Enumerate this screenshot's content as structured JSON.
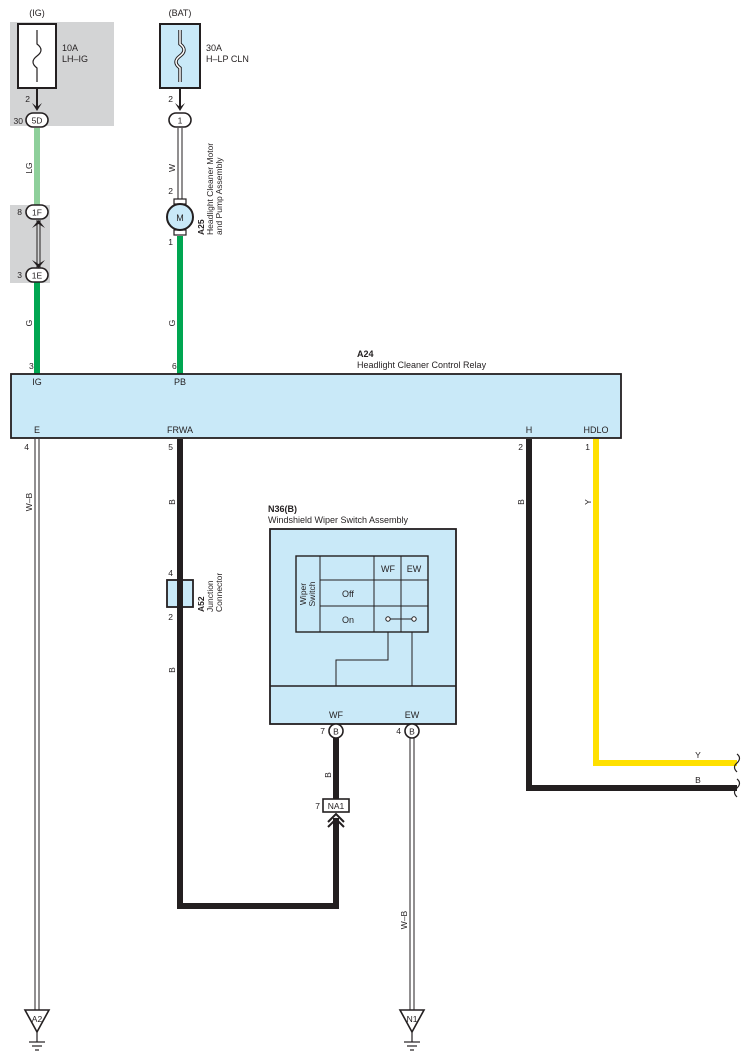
{
  "sources": {
    "ig": "(IG)",
    "bat": "(BAT)"
  },
  "fuses": {
    "lhig": {
      "amp": "10A",
      "name": "LH–IG"
    },
    "hlp": {
      "amp": "30A",
      "name": "H–LP CLN"
    }
  },
  "connectors": {
    "c5d": {
      "pin": "30",
      "id": "5D"
    },
    "c1f": {
      "pin": "8",
      "id": "1F"
    },
    "c1e": {
      "pin": "3",
      "id": "1E"
    },
    "c1": {
      "id": "1"
    },
    "na1": {
      "pin": "7",
      "id": "NA1"
    },
    "b_wf": {
      "pin": "7",
      "id": "B"
    },
    "b_ew": {
      "pin": "4",
      "id": "B"
    }
  },
  "pins": {
    "fuse_lhig_out": "2",
    "fuse_hlp_out": "2",
    "motor_top": "2",
    "motor_bottom": "1",
    "relay_ig": "3",
    "relay_pb": "6",
    "relay_e": "4",
    "relay_frwa": "5",
    "relay_h": "2",
    "relay_hdlo": "1",
    "junction_top": "4",
    "junction_bottom": "2"
  },
  "wires": {
    "lg": "LG",
    "g_left": "G",
    "w": "W",
    "g_mid": "G",
    "wb_left": "W–B",
    "b_frwa_top": "B",
    "b_frwa_bottom": "B",
    "b_h": "B",
    "y_hdlo": "Y",
    "b_wf": "B",
    "wb_ew": "W–B",
    "y_right": "Y",
    "b_right": "B"
  },
  "motor": {
    "symbol": "M",
    "code": "A25",
    "name_line1": "Headlight Cleaner Motor",
    "name_line2": "and Pump Assembly"
  },
  "relay": {
    "code": "A24",
    "name": "Headlight Cleaner Control Relay",
    "terminals": {
      "ig": "IG",
      "pb": "PB",
      "e": "E",
      "frwa": "FRWA",
      "h": "H",
      "hdlo": "HDLO"
    }
  },
  "junction": {
    "code": "A52",
    "name_line1": "Junction",
    "name_line2": "Connector"
  },
  "wiper_switch": {
    "code": "N36(B)",
    "name": "Windshield Wiper Switch Assembly",
    "table_label_line1": "Wiper",
    "table_label_line2": "Switch",
    "col_wf": "WF",
    "col_ew": "EW",
    "row_off": "Off",
    "row_on": "On",
    "terminal_wf": "WF",
    "terminal_ew": "EW"
  },
  "grounds": {
    "a2": "A2",
    "n1": "N1"
  },
  "colors": {
    "wire_green": "#00a651",
    "wire_light_green": "#8ecf9a",
    "wire_yellow": "#ffe000",
    "wire_black": "#231f20",
    "component_fill": "#c9e9f8",
    "shade_gray": "#d3d4d5"
  }
}
